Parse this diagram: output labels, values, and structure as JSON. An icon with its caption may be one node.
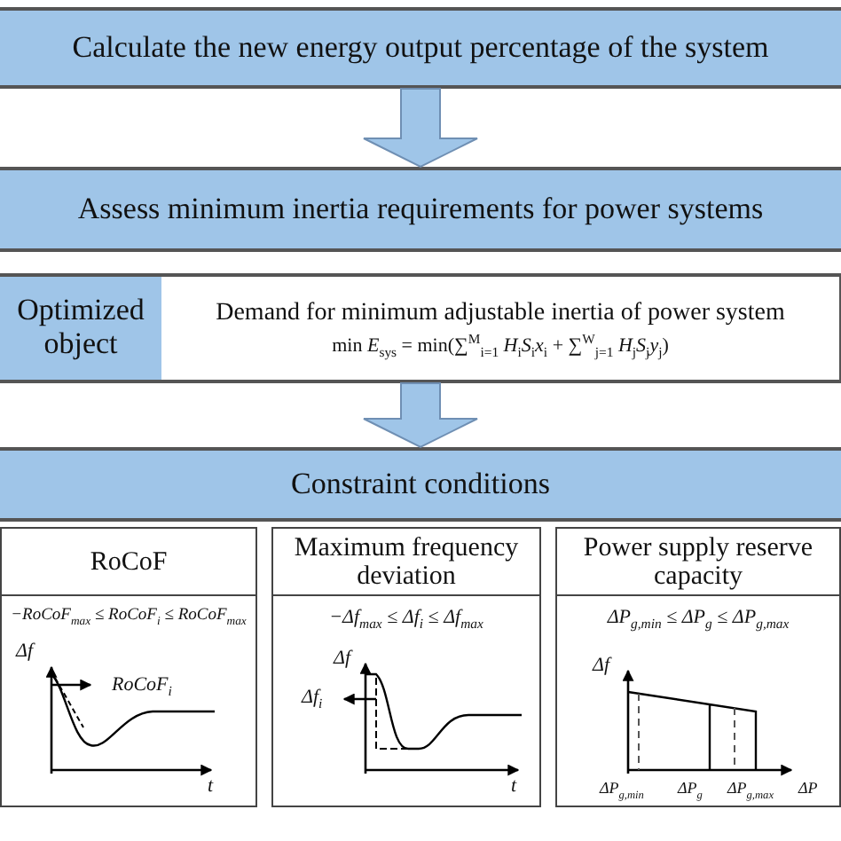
{
  "diagram": {
    "nodes": [
      {
        "text": [
          "Calculate the new energy output percentage of the system"
        ]
      },
      {
        "text": [
          "Assess minimum inertia requirements for power systems"
        ]
      },
      {
        "text": [
          "Optimized object"
        ]
      },
      {
        "text": [
          "Demand for minimum adjustable inertia of power system",
          "min *E*$_{sys}$ = min(∑$^{M}$$_{i=1}$ *H*$_{i}$*S*$_{i}$*x*$_{i}$ + ∑$^{W}$$_{j=1}$ *H*$_{j}$*S*$_{j}$*y*$_{j}$)"
        ]
      },
      {
        "text": [
          "Constraint conditions"
        ]
      },
      {
        "text": [
          "RoCoF",
          "−*RoCoF*$_{max}$ ≤ *RoCoF*$_{i}$ ≤ *RoCoF*$_{max}$"
        ]
      },
      {
        "text": [
          "Maximum frequency deviation",
          "−Δf$_{max}$ ≤ Δf$_{i}$ ≤ Δf$_{max}$"
        ]
      },
      {
        "text": [
          "Power supply reserve capacity",
          "ΔP$_{g,min}$ ≤ ΔP$_{g}$ ≤ ΔP$_{g,max}$"
        ]
      }
    ],
    "edges": [
      {
        "from": 0,
        "to": 1,
        "arrow": "to"
      },
      {
        "from": 3,
        "to": 4,
        "arrow": "to"
      }
    ],
    "labels": [
      "Δf",
      "RoCoF$_{i}$",
      "t",
      "Δf",
      "Δf$_{i}$",
      "t",
      "Δf",
      "ΔP$_{g,min}$",
      "ΔP$_{g}$",
      "ΔP$_{g,max}$",
      "ΔP"
    ]
  }
}
